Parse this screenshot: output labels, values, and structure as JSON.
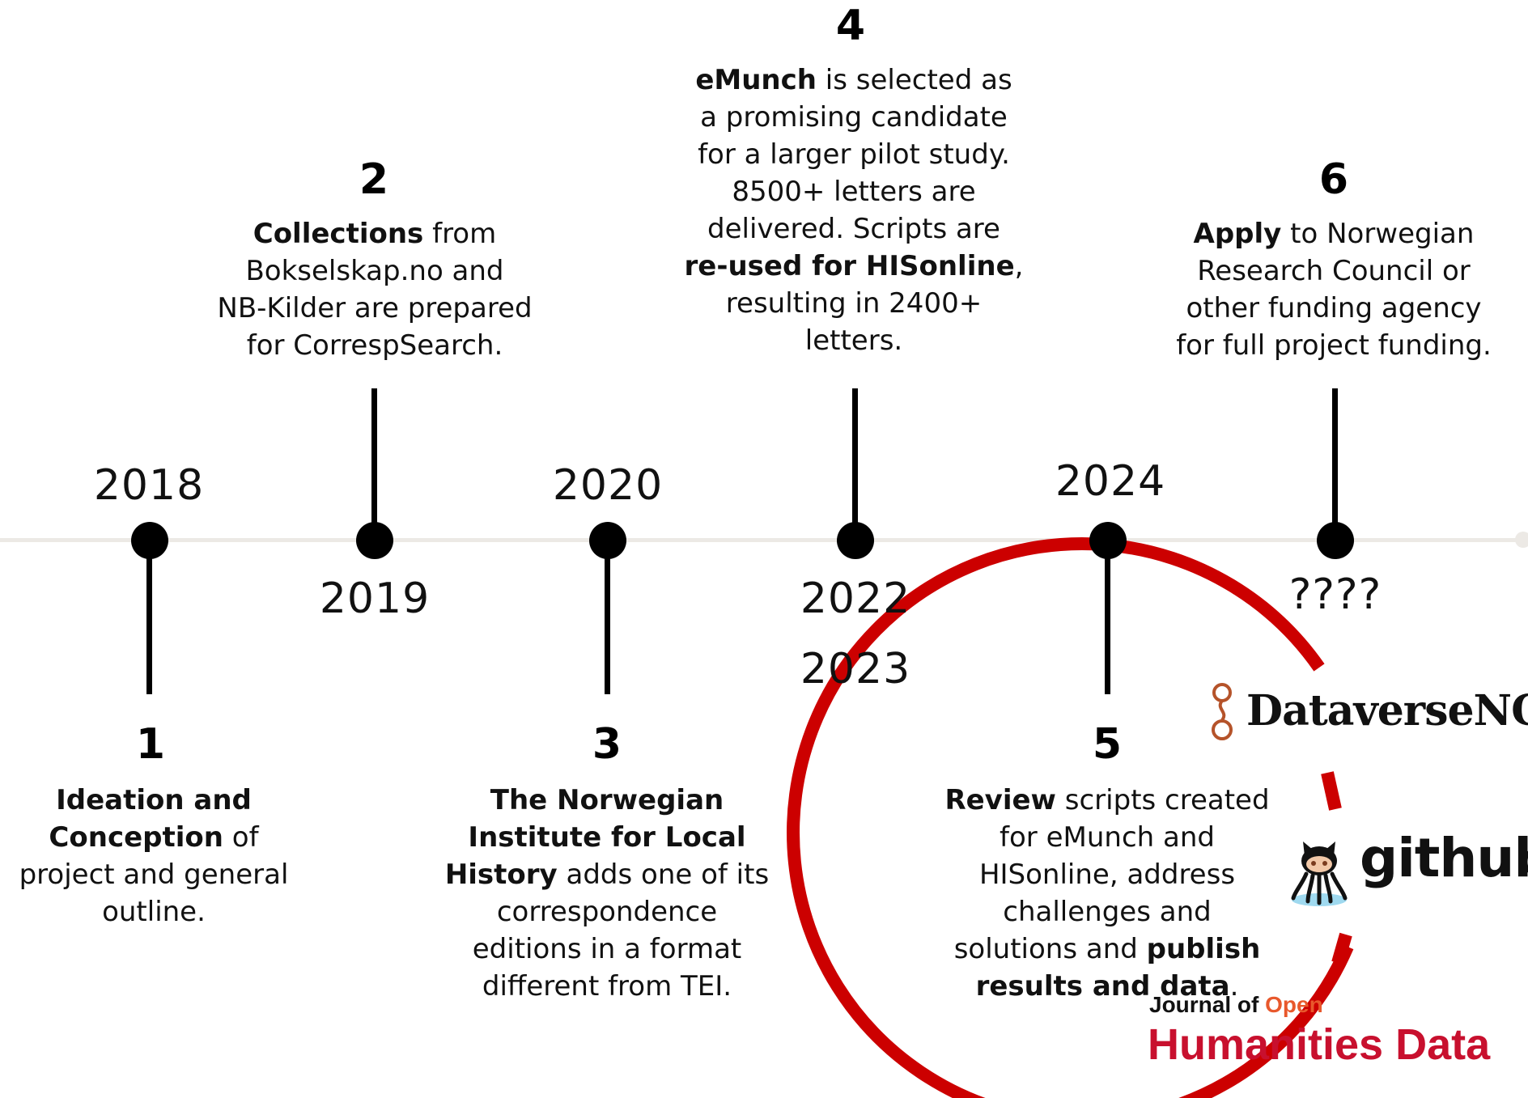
{
  "axis": {
    "color": "#ece9e5"
  },
  "accent_color": "#cc0000",
  "milestones": [
    {
      "number": "1",
      "year": "2018",
      "parts": [
        {
          "b": true,
          "t": "Ideation and Conception"
        },
        {
          "b": false,
          "t": " of project and general outline."
        }
      ]
    },
    {
      "number": "2",
      "year": "2019",
      "parts": [
        {
          "b": true,
          "t": "Collections"
        },
        {
          "b": false,
          "t": " from Bokselskap.no and NB-Kilder are prepared for CorrespSearch."
        }
      ]
    },
    {
      "number": "3",
      "year": "2020",
      "parts": [
        {
          "b": true,
          "t": "The Norwegian Institute for Local History"
        },
        {
          "b": false,
          "t": " adds one of its correspondence editions in a format different from TEI."
        }
      ]
    },
    {
      "number": "4",
      "year": "2022",
      "year2": "2023",
      "parts": [
        {
          "b": true,
          "t": "eMunch"
        },
        {
          "b": false,
          "t": " is selected as a promising candidate for a larger pilot study. 8500+ letters are delivered. Scripts are "
        },
        {
          "b": true,
          "t": "re-used for HISonline"
        },
        {
          "b": false,
          "t": ", resulting in 2400+ letters."
        }
      ]
    },
    {
      "number": "5",
      "year": "2024",
      "parts": [
        {
          "b": true,
          "t": "Review"
        },
        {
          "b": false,
          "t": " scripts created for eMunch and HISonline, address challenges and solutions and "
        },
        {
          "b": true,
          "t": "publish results and data"
        },
        {
          "b": false,
          "t": "."
        }
      ]
    },
    {
      "number": "6",
      "year": "????",
      "parts": [
        {
          "b": true,
          "t": "Apply"
        },
        {
          "b": false,
          "t": " to Norwegian Research Council or other funding agency for full project funding."
        }
      ]
    }
  ],
  "logos": {
    "dataverse": {
      "name": "DataverseNO",
      "icon": "dataverse-icon",
      "color": "#b5532a"
    },
    "github": {
      "name": "github",
      "icon": "octocat-icon"
    },
    "johd": {
      "line1_a": "Journal of",
      "line1_b": "Open",
      "line2": "Humanities Data",
      "color": "#c8102e"
    }
  }
}
